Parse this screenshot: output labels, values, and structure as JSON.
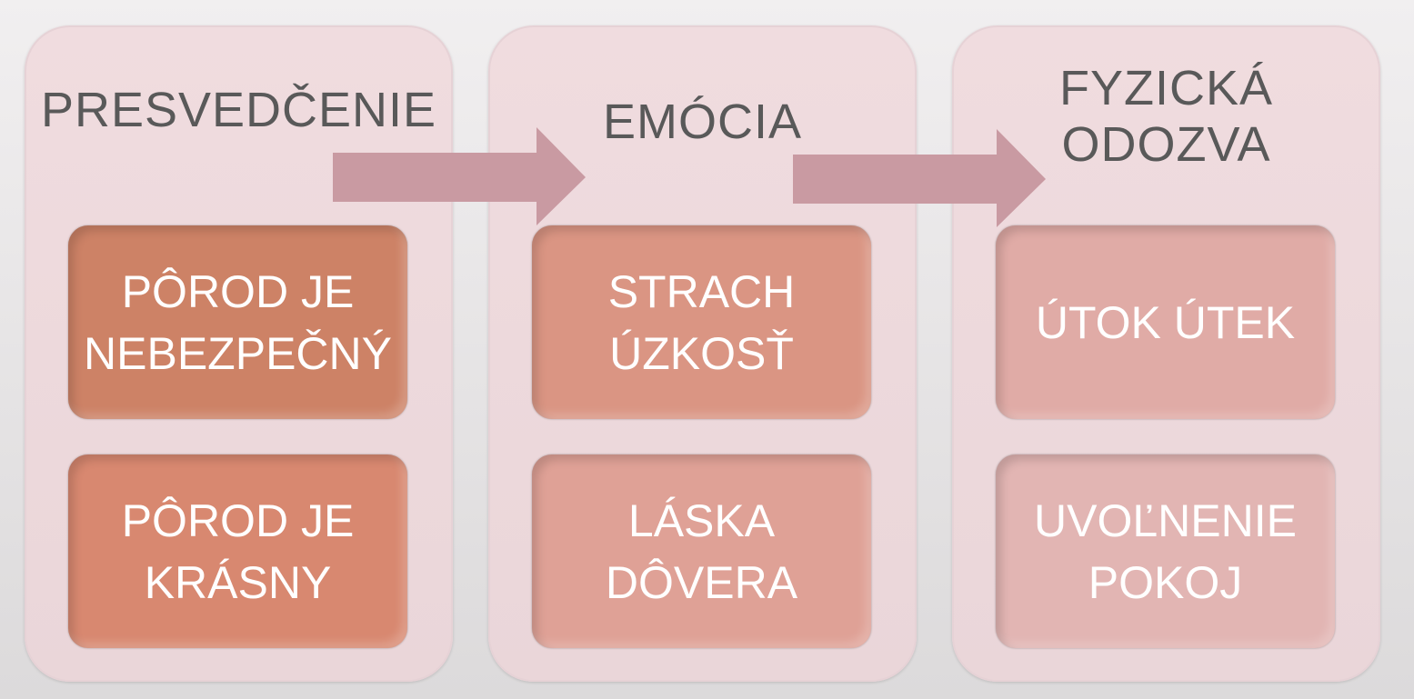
{
  "columns": [
    {
      "title": "PRESVEDČENIE",
      "boxes": [
        {
          "text": "PÔROD JE NEBEZPEČNÝ",
          "color": "#cd8266"
        },
        {
          "text": "PÔROD JE KRÁSNY",
          "color": "#d88870"
        }
      ]
    },
    {
      "title": "EMÓCIA",
      "boxes": [
        {
          "text": "STRACH ÚZKOSŤ",
          "color": "#da9583"
        },
        {
          "text": "LÁSKA DÔVERA",
          "color": "#dfa196"
        }
      ]
    },
    {
      "title": "FYZICKÁ ODOZVA",
      "boxes": [
        {
          "text": "ÚTOK ÚTEK",
          "color": "#e0aba6"
        },
        {
          "text": "UVOĽNENIE POKOJ",
          "color": "#e2b5b3"
        }
      ]
    }
  ],
  "arrow_color": "#c99aa2"
}
